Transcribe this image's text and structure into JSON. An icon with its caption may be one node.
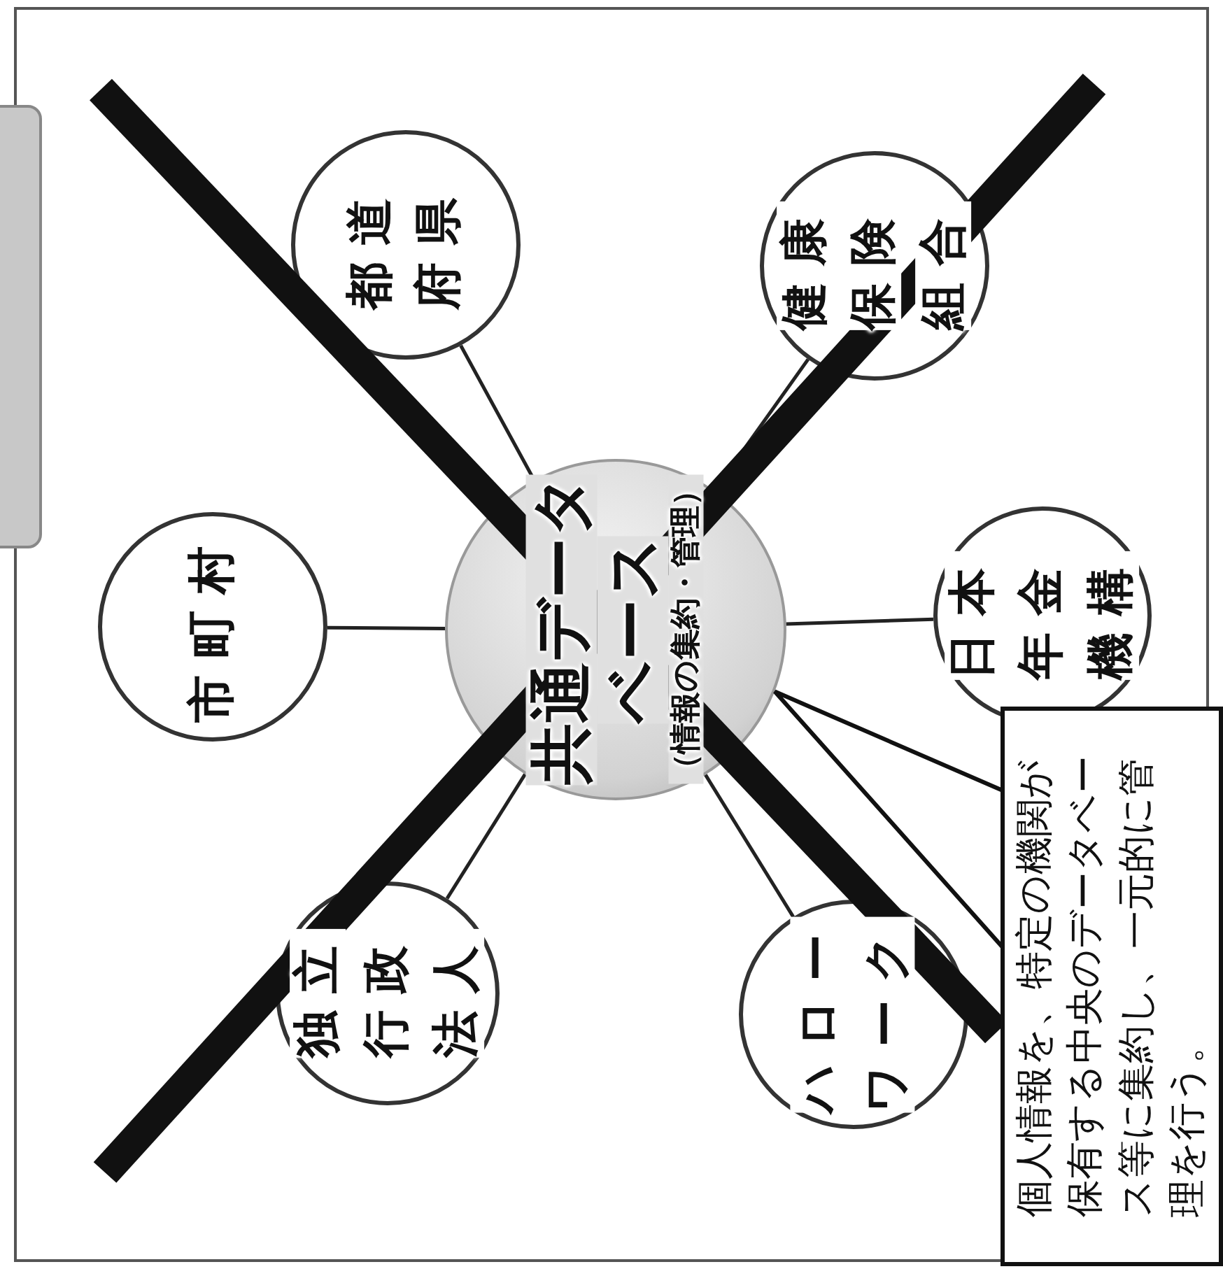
{
  "diagram": {
    "nodes": [
      {
        "text": [
          "共通データベース",
          "（情報の集約・管理）"
        ]
      },
      {
        "text": [
          "市町村"
        ]
      },
      {
        "text": [
          "都道府県"
        ]
      },
      {
        "text": [
          "健康保険組合"
        ]
      },
      {
        "text": [
          "日本年金機構"
        ]
      },
      {
        "text": [
          "ハローワーク"
        ]
      },
      {
        "text": [
          "独立行政法人"
        ]
      },
      {
        "text": [
          "個人情報を、特定の機関が保有する中央のデータベース等に集約し、一元的に管理を行う。"
        ]
      }
    ],
    "edges": [
      {
        "from": 0,
        "to": 1,
        "arrow": "none"
      },
      {
        "from": 0,
        "to": 2,
        "arrow": "none"
      },
      {
        "from": 0,
        "to": 3,
        "arrow": "none"
      },
      {
        "from": 0,
        "to": 4,
        "arrow": "none"
      },
      {
        "from": 0,
        "to": 5,
        "arrow": "none"
      },
      {
        "from": 0,
        "to": 6,
        "arrow": "none"
      },
      {
        "from": 7,
        "to": 0,
        "arrow": "to"
      }
    ]
  }
}
